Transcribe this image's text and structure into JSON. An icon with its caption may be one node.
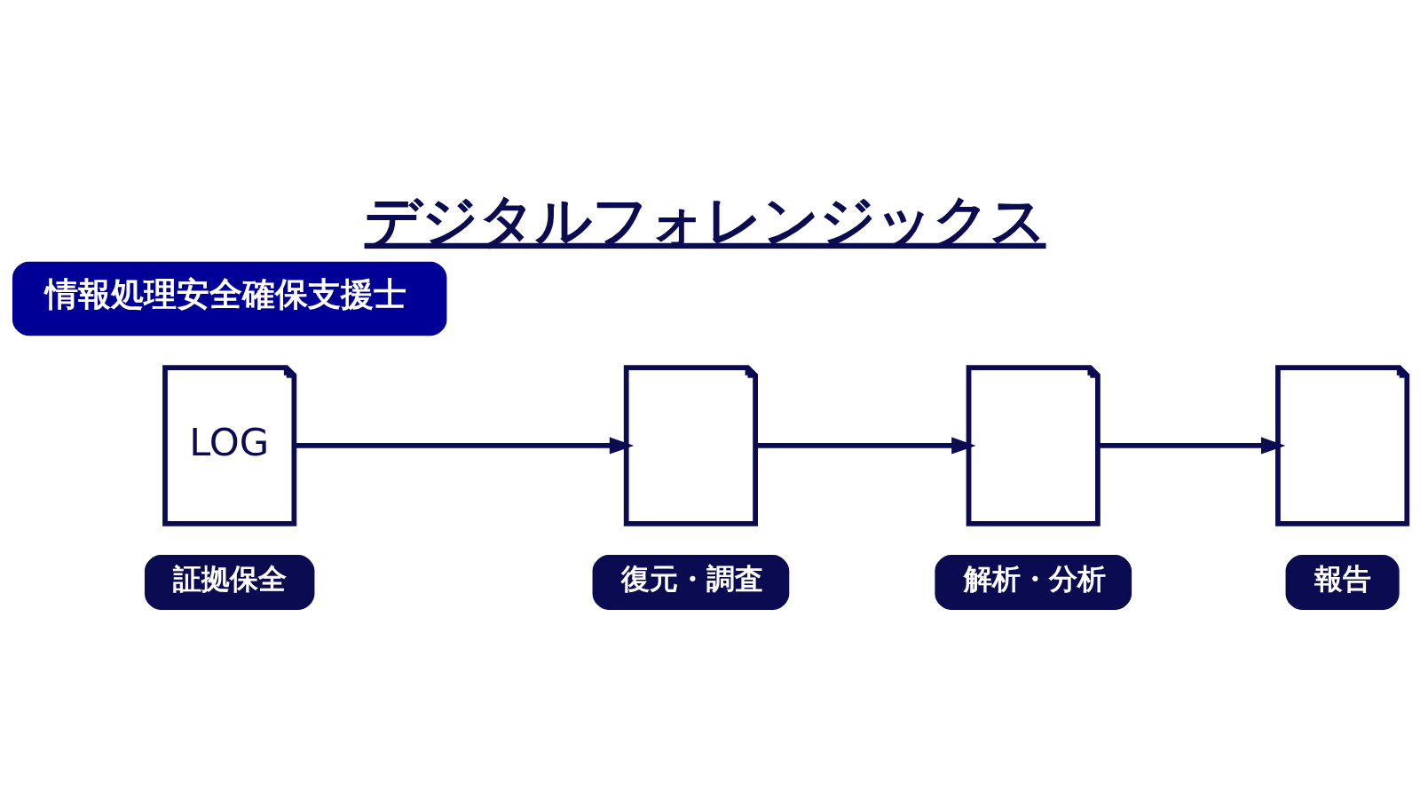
{
  "diagram": {
    "title": "デジタルフォレンジックス",
    "nodes": [
      {
        "text": [
          "情報処理安全確保支援士"
        ]
      },
      {
        "text": [
          "LOG"
        ]
      },
      {
        "text": [
          "証拠保全"
        ]
      },
      {
        "text": [],
        "shape": "picture"
      },
      {
        "text": [
          "復元・調査"
        ]
      },
      {
        "text": [],
        "shape": "picture"
      },
      {
        "text": [
          "解析・分析"
        ]
      },
      {
        "text": [],
        "shape": "picture"
      },
      {
        "text": [
          "報告"
        ]
      }
    ],
    "edges": [
      {
        "from": 1,
        "to": 3,
        "arrow": "to"
      },
      {
        "from": 3,
        "to": 5,
        "arrow": "to"
      },
      {
        "from": 5,
        "to": 7,
        "arrow": "to"
      }
    ]
  }
}
